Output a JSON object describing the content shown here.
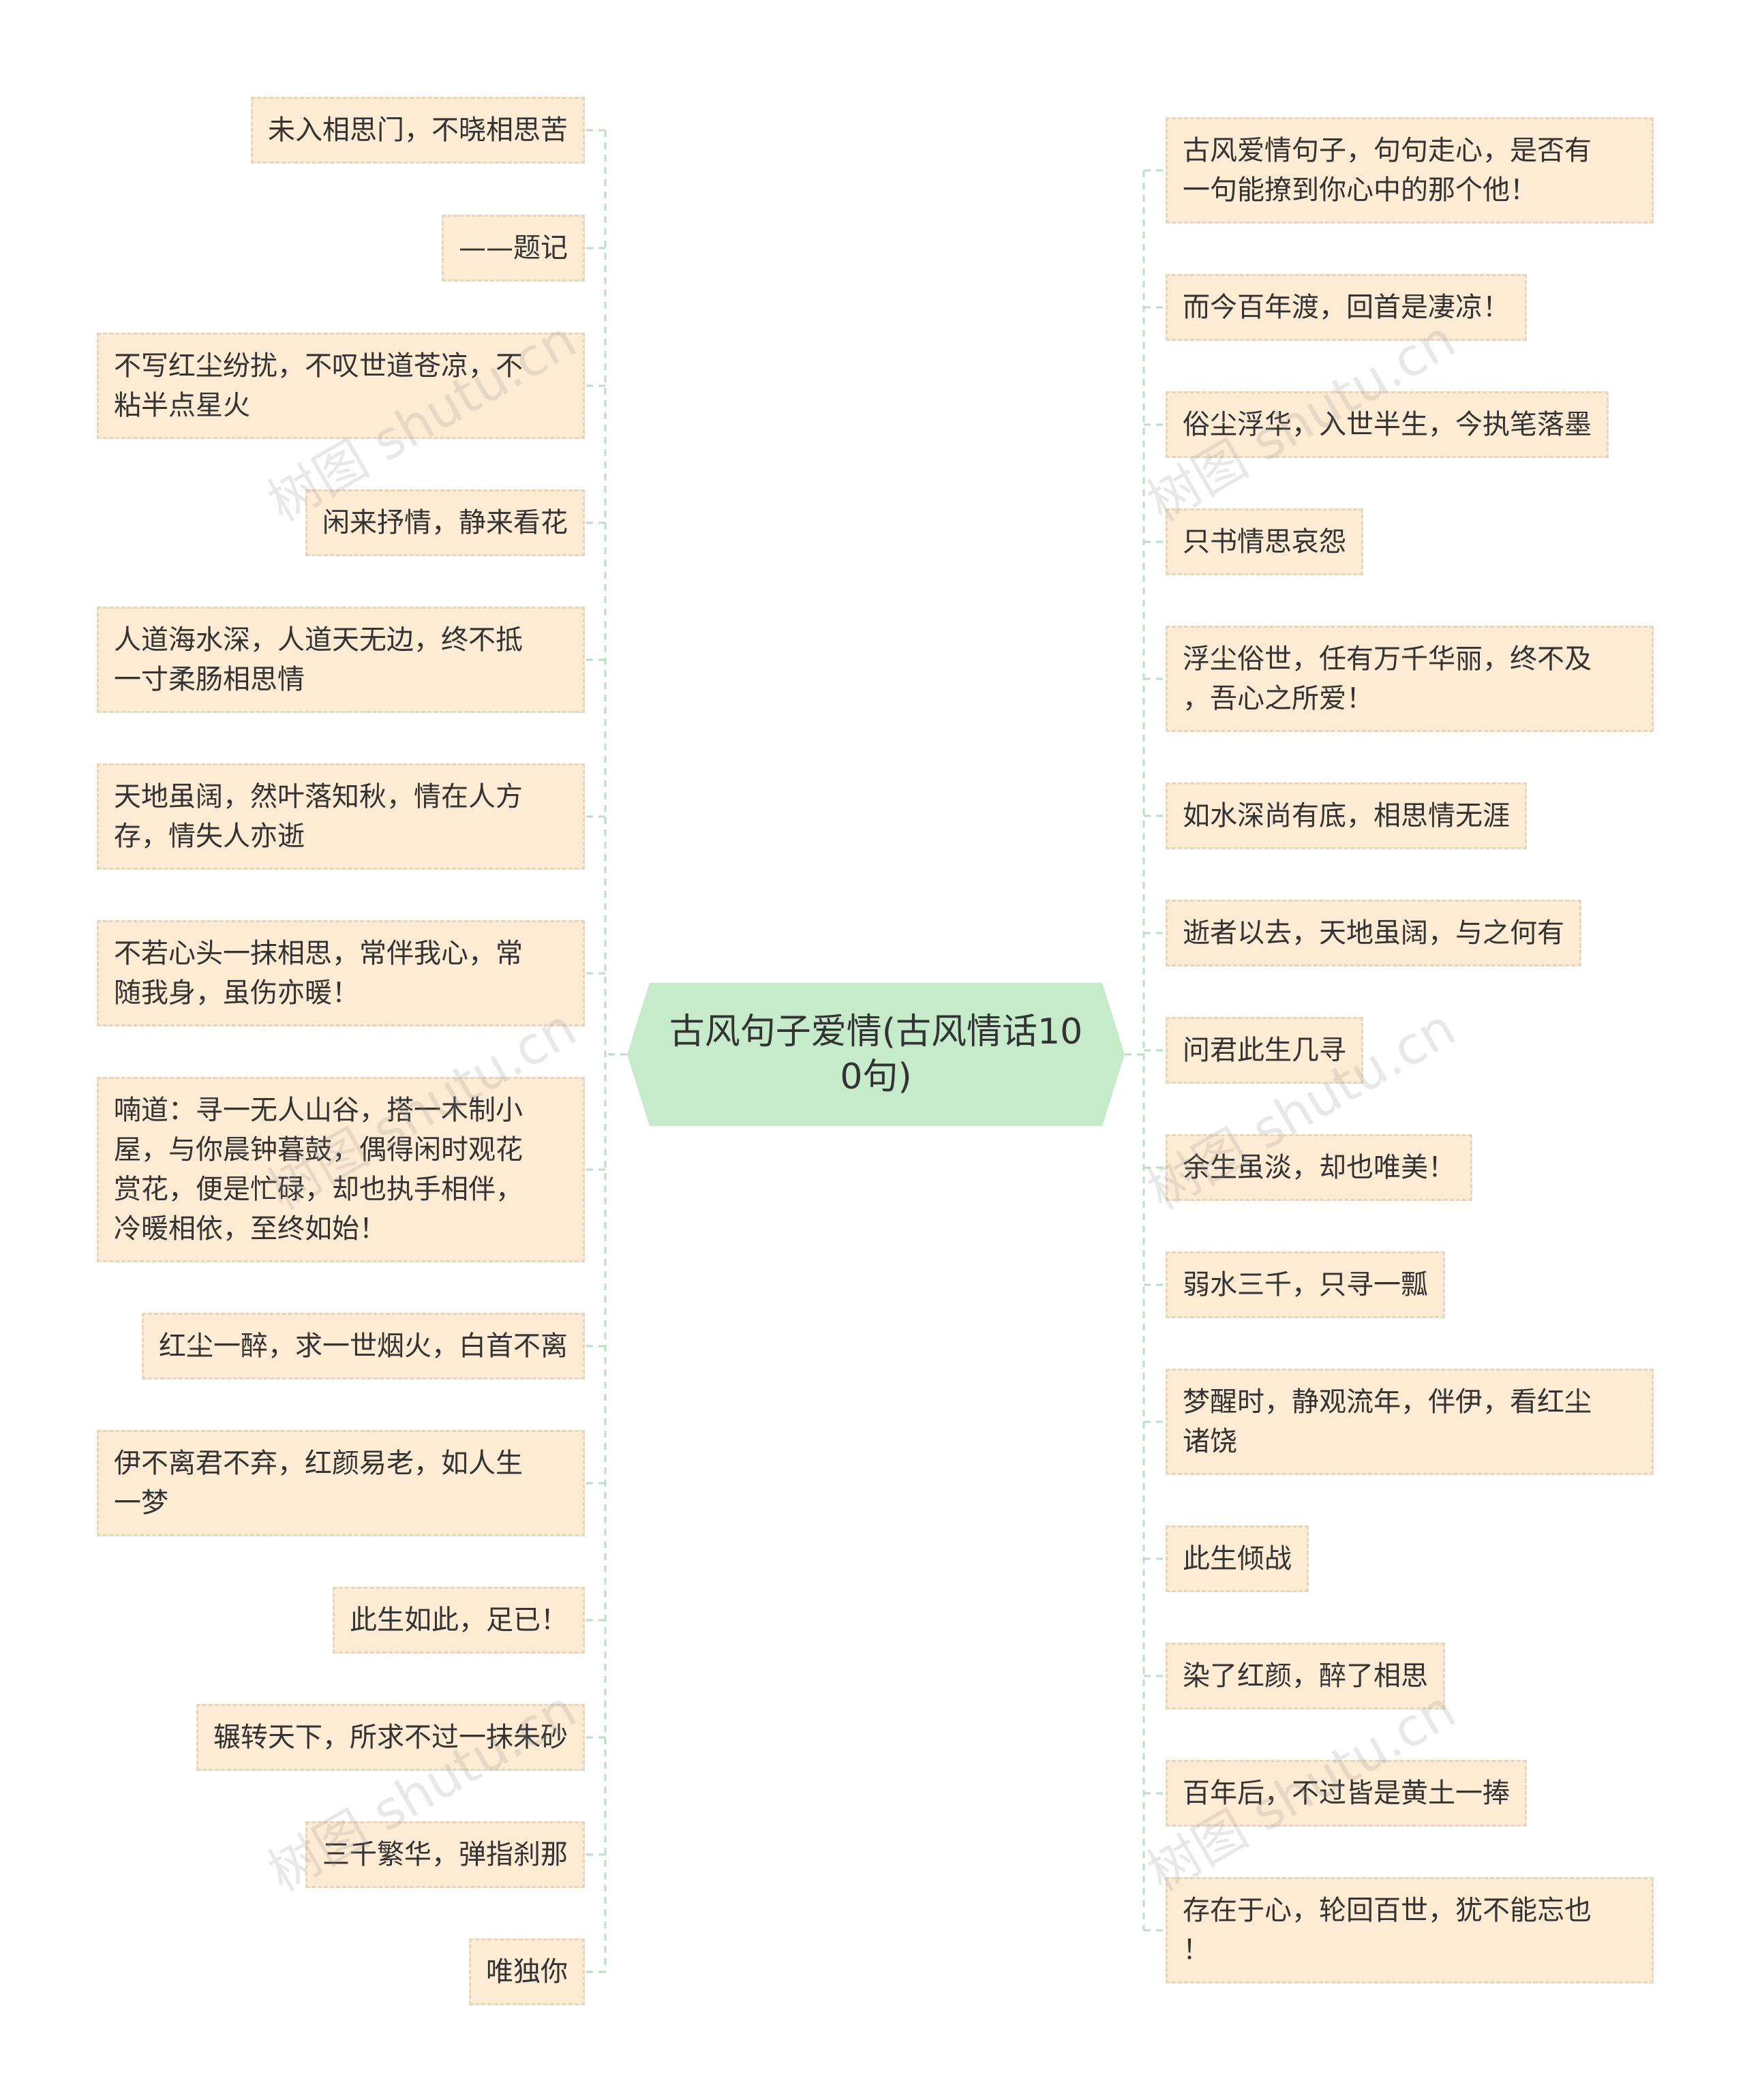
{
  "central_topic": "古风句子爱情(古风情话10\n0句)",
  "left_branches": [
    "未入相思门，不晓相思苦",
    "——题记",
    "不写红尘纷扰，不叹世道苍凉，不\n粘半点星火",
    "闲来抒情，静来看花",
    "人道海水深，人道天无边，终不抵\n一寸柔肠相思情",
    "天地虽阔，然叶落知秋，情在人方\n存，情失人亦逝",
    "不若心头一抹相思，常伴我心，常\n随我身，虽伤亦暖！",
    "喃道：寻一无人山谷，搭一木制小\n屋，与你晨钟暮鼓，偶得闲时观花\n赏花，便是忙碌，却也执手相伴，\n冷暖相依，至终如始！",
    "红尘一醉，求一世烟火，白首不离",
    "伊不离君不弃，红颜易老，如人生\n一梦",
    "此生如此，足已！",
    "辗转天下，所求不过一抹朱砂",
    "三千繁华，弹指刹那",
    "唯独你"
  ],
  "right_branches": [
    "古风爱情句子，句句走心，是否有\n一句能撩到你心中的那个他！",
    "而今百年渡，回首是凄凉！",
    "俗尘浮华，入世半生，今执笔落墨",
    "只书情思哀怨",
    "浮尘俗世，任有万千华丽，终不及\n，吾心之所爱！",
    "如水深尚有底，相思情无涯",
    "逝者以去，天地虽阔，与之何有",
    "问君此生几寻",
    "余生虽淡，却也唯美！",
    "弱水三千，只寻一瓢",
    "梦醒时，静观流年，伴伊，看红尘\n诸饶",
    "此生倾战",
    "染了红颜，醉了相思",
    "百年后，不过皆是黄土一捧",
    "存在于心，轮回百世，犹不能忘也\n！"
  ],
  "watermark": "树图 shutu.cn",
  "colors": {
    "center_fill": "#c5ebcb",
    "node_fill": "#fdebd3",
    "node_border": "#e4d6bf",
    "connector": "#b9e0c0"
  }
}
